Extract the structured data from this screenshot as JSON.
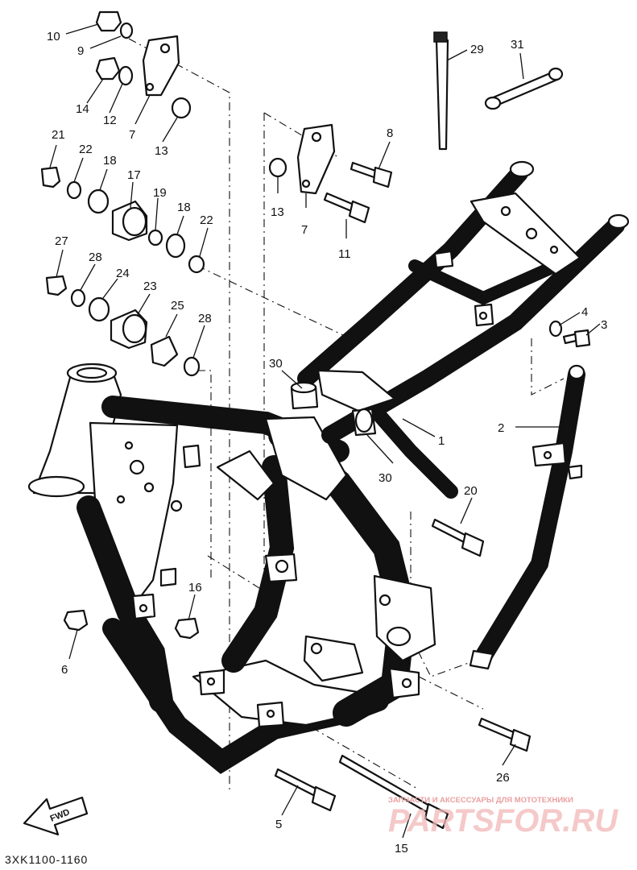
{
  "diagram_code": "3XK1100-1160",
  "fwd_label": "FWD",
  "watermark": {
    "tagline": "ЗАПЧАСТИ И АКСЕССУАРЫ ДЛЯ МОТОТЕХНИКИ",
    "brand": "PARTSFOR.RU"
  },
  "callouts": {
    "c10": "10",
    "c9": "9",
    "c14": "14",
    "c12": "12",
    "c7a": "7",
    "c13a": "13",
    "c21": "21",
    "c22a": "22",
    "c18a": "18",
    "c17": "17",
    "c19": "19",
    "c18b": "18",
    "c22b": "22",
    "c27": "27",
    "c28a": "28",
    "c24": "24",
    "c23": "23",
    "c25": "25",
    "c28b": "28",
    "c8": "8",
    "c13b": "13",
    "c7b": "7",
    "c11": "11",
    "c29": "29",
    "c31": "31",
    "c4": "4",
    "c3": "3",
    "c2": "2",
    "c30a": "30",
    "c1": "1",
    "c30b": "30",
    "c20": "20",
    "c16": "16",
    "c6": "6",
    "c26": "26",
    "c5": "5",
    "c15": "15"
  }
}
